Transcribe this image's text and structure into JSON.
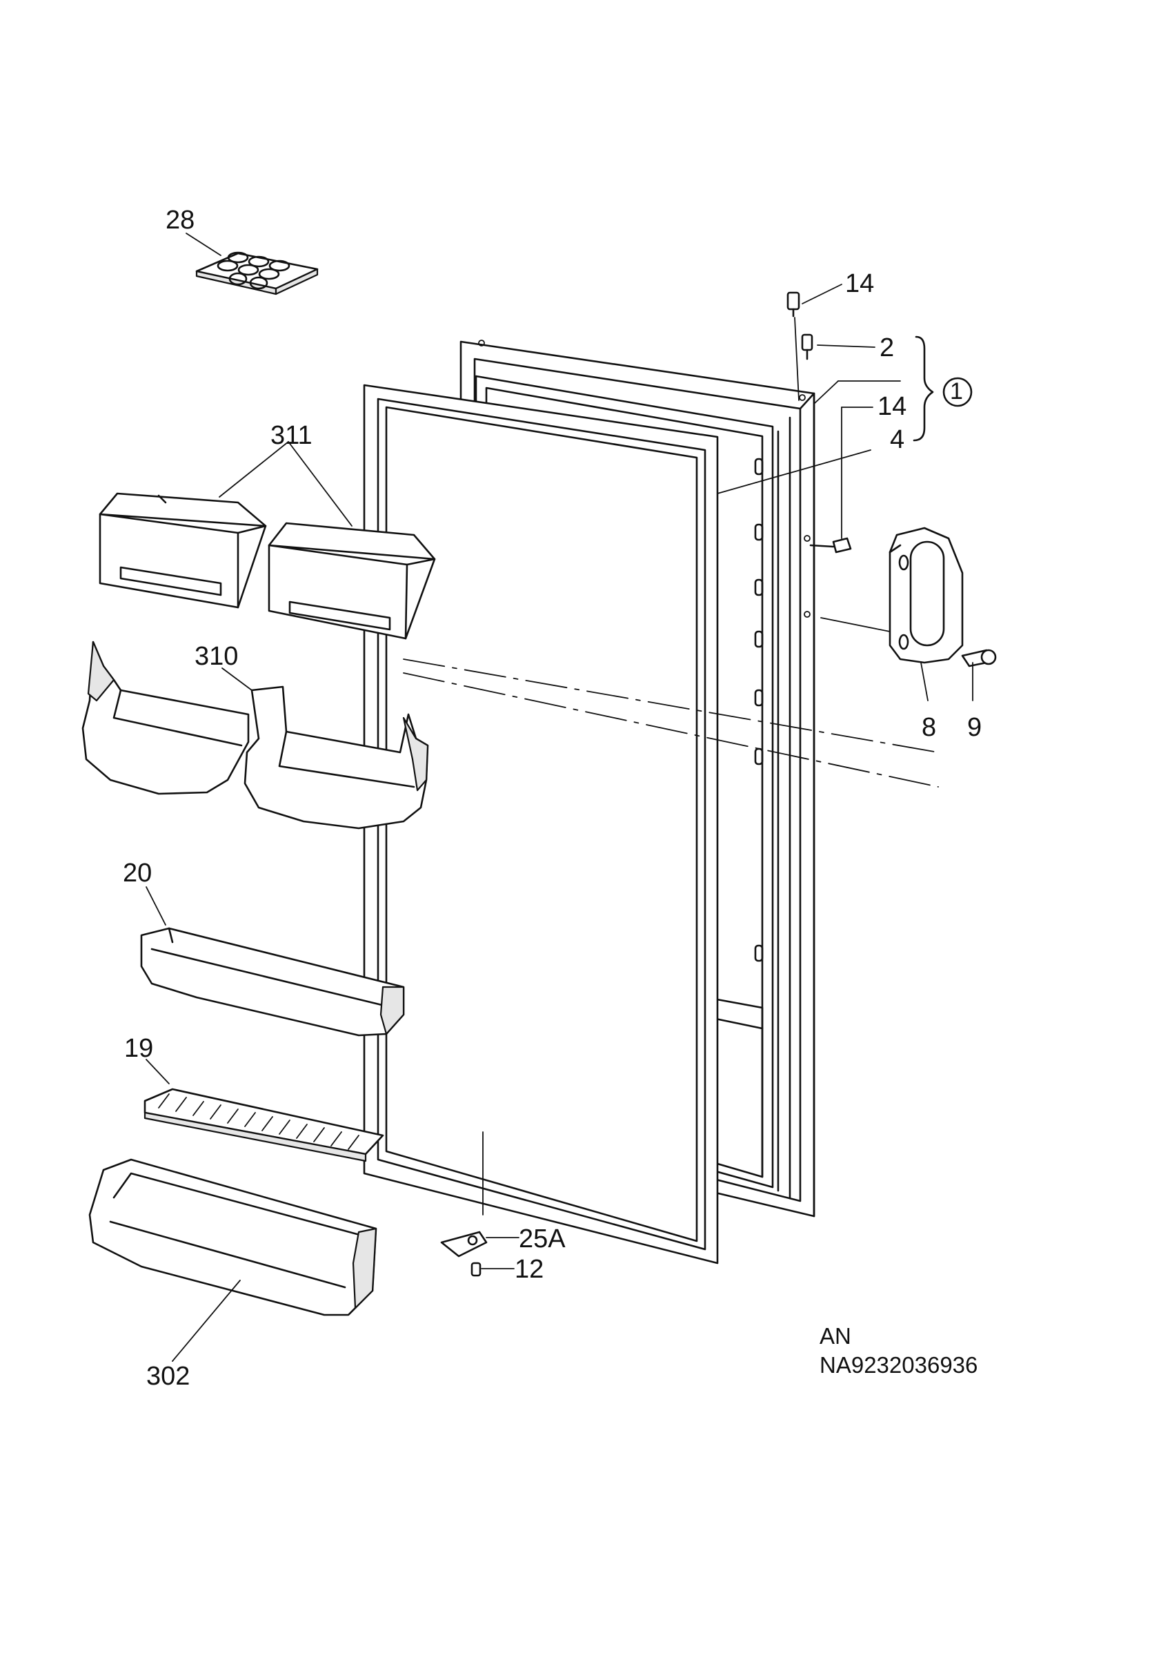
{
  "labels": {
    "p28": "28",
    "p14a": "14",
    "p2": "2",
    "p1": "1",
    "p14b": "14",
    "p4": "4",
    "p311": "311",
    "p310": "310",
    "p8": "8",
    "p9": "9",
    "p20": "20",
    "p19": "19",
    "p25a": "25A",
    "p12": "12",
    "p302": "302"
  },
  "code": {
    "line1": "AN",
    "line2": "NA9232036936"
  }
}
